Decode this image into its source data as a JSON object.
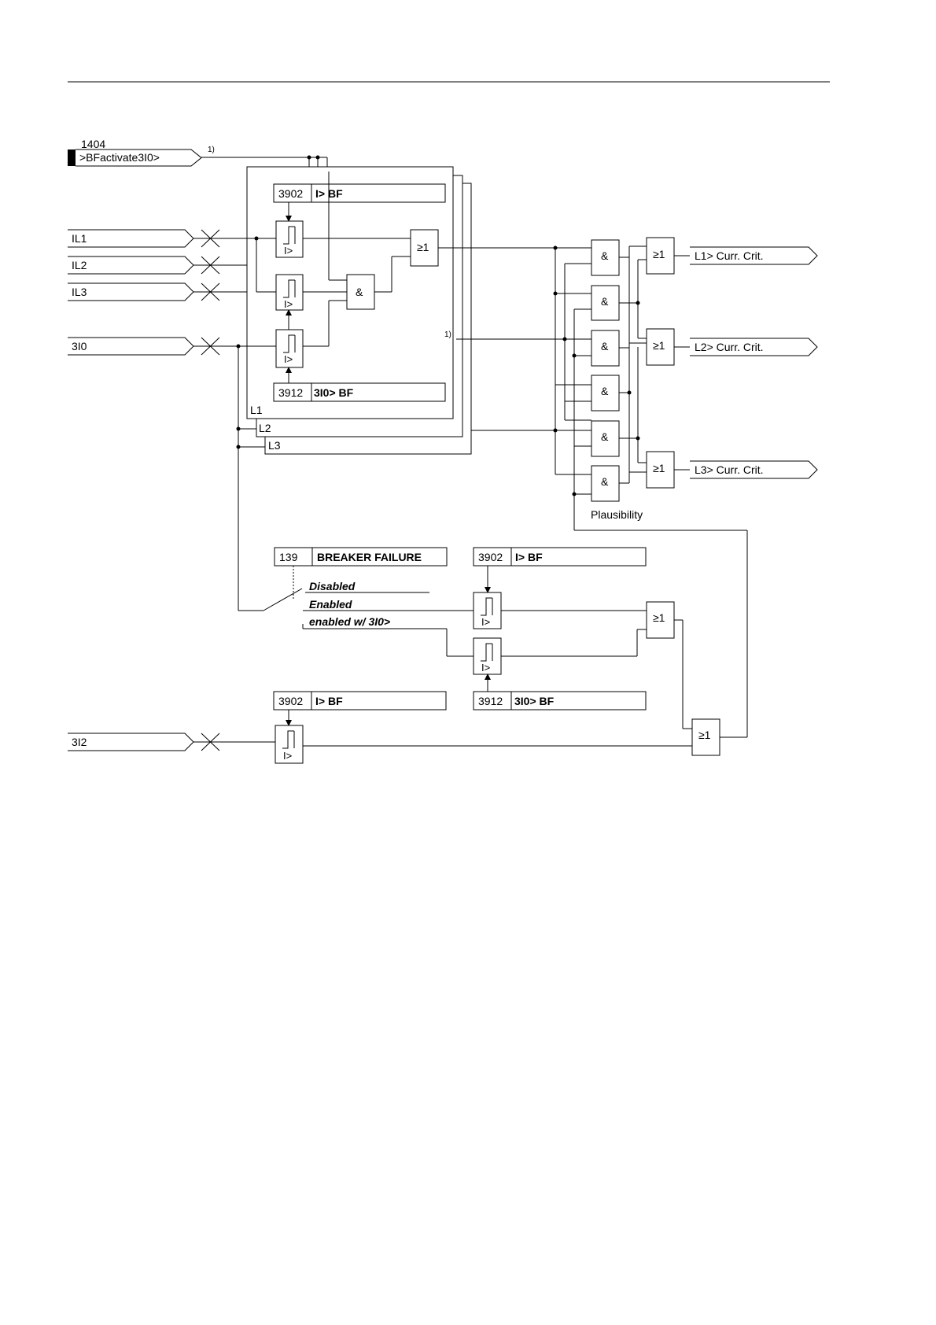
{
  "binary_input": {
    "number": "1404",
    "name": ">BFactivate3I0>",
    "note": "1)"
  },
  "inputs": [
    "IL1",
    "IL2",
    "IL3",
    "3I0",
    "3I2"
  ],
  "params": {
    "i_bf": {
      "number": "3902",
      "name": "I> BF"
    },
    "i0_bf": {
      "number": "3912",
      "name": "3I0> BF"
    },
    "breaker_failure": {
      "number": "139",
      "name": "BREAKER FAILURE"
    }
  },
  "phase_stack_labels": [
    "L1",
    "L2",
    "L3"
  ],
  "switch_options": [
    "Disabled",
    "Enabled",
    "enabled w/ 3I0>"
  ],
  "gates": {
    "and": "&",
    "or": "≥1"
  },
  "threshold_symbol": "I>",
  "note_ref": "1)",
  "outputs": [
    "L1> Curr. Crit.",
    "L2> Curr. Crit.",
    "L3> Curr. Crit."
  ],
  "plausibility_label": "Plausibility"
}
